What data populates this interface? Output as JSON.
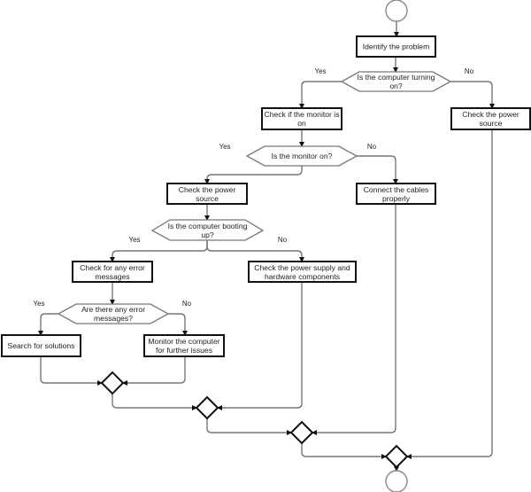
{
  "title": "Computer troubleshooting flowchart",
  "nodes": {
    "identify": [
      "Identify the problem"
    ],
    "q_turning_on": [
      "Is the computer turning",
      "on?"
    ],
    "check_monitor": [
      "Check if the monitor is",
      "on"
    ],
    "check_power_right": [
      "Check the power",
      "source"
    ],
    "q_monitor_on": [
      "Is the monitor on?"
    ],
    "connect_cables": [
      "Connect the cables",
      "properly"
    ],
    "check_power_mid": [
      "Check the power",
      "source"
    ],
    "q_booting": [
      "Is the computer booting",
      "up?"
    ],
    "check_errors": [
      "Check for any error",
      "messages"
    ],
    "check_supply": [
      "Check the power supply and",
      "hardware components"
    ],
    "q_errors": [
      "Are there any error",
      "messages?"
    ],
    "search": [
      "Search for solutions"
    ],
    "monitor_issues": [
      "Monitor the computer",
      "for further issues"
    ]
  },
  "labels": {
    "yes": "Yes",
    "no": "No"
  }
}
